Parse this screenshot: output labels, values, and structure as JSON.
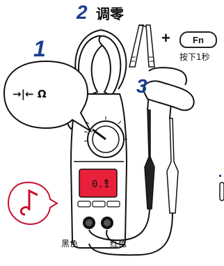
{
  "steps": {
    "step1": {
      "number": "1"
    },
    "step2": {
      "number": "2",
      "label": "调零"
    },
    "step3": {
      "number": "3"
    }
  },
  "fn_key": {
    "label": "Fn",
    "caption": "按下1秒"
  },
  "plus_sign": "+",
  "mode_bubble": {
    "symbols": "→|← Ω"
  },
  "lcd": {
    "reading": "0.1",
    "unit": "Ω"
  },
  "terminals": {
    "black_label": "黑色",
    "red_label": "红色"
  },
  "colors": {
    "step_blue": "#1a3f8f",
    "lcd_red": "#e8203a",
    "sound_red": "#c8102e"
  }
}
